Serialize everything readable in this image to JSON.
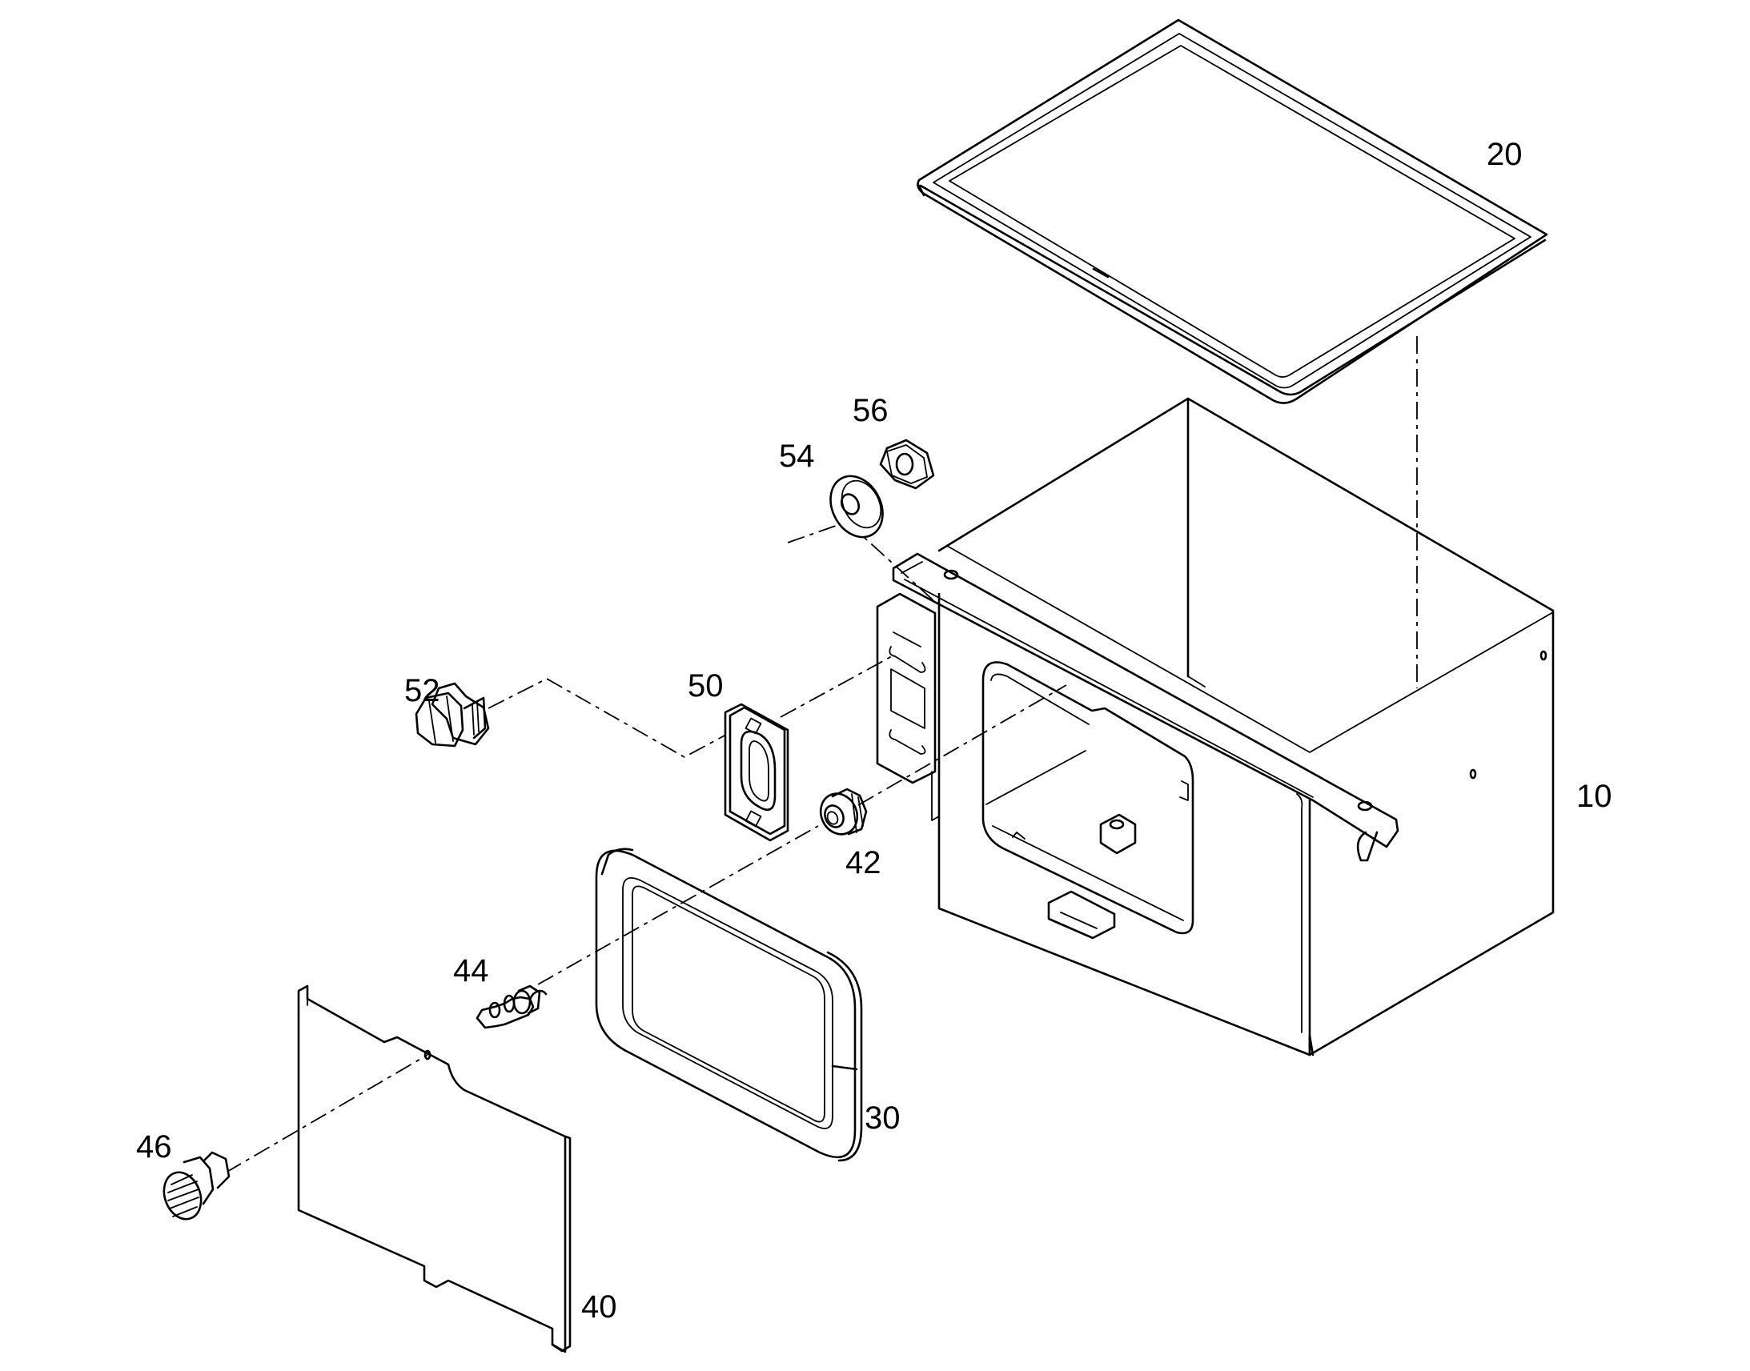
{
  "callouts": {
    "c10": "10",
    "c20": "20",
    "c30": "30",
    "c40": "40",
    "c42": "42",
    "c44": "44",
    "c46": "46",
    "c50": "50",
    "c52": "52",
    "c54": "54",
    "c56": "56"
  }
}
